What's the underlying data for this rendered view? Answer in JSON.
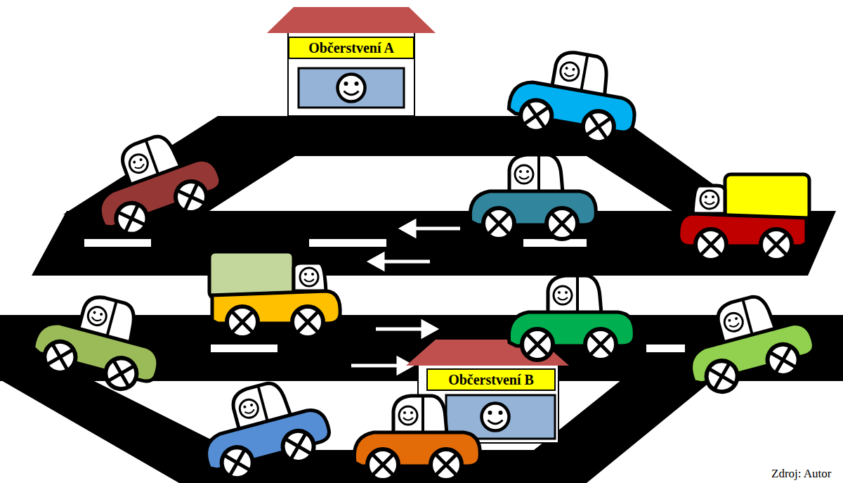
{
  "diagram": {
    "nodes": [
      {
        "text": [
          "Občerstvení A"
        ]
      },
      {
        "text": [
          "Občerstvení B"
        ]
      }
    ],
    "labels": [
      "Zdroj: Autor"
    ]
  }
}
